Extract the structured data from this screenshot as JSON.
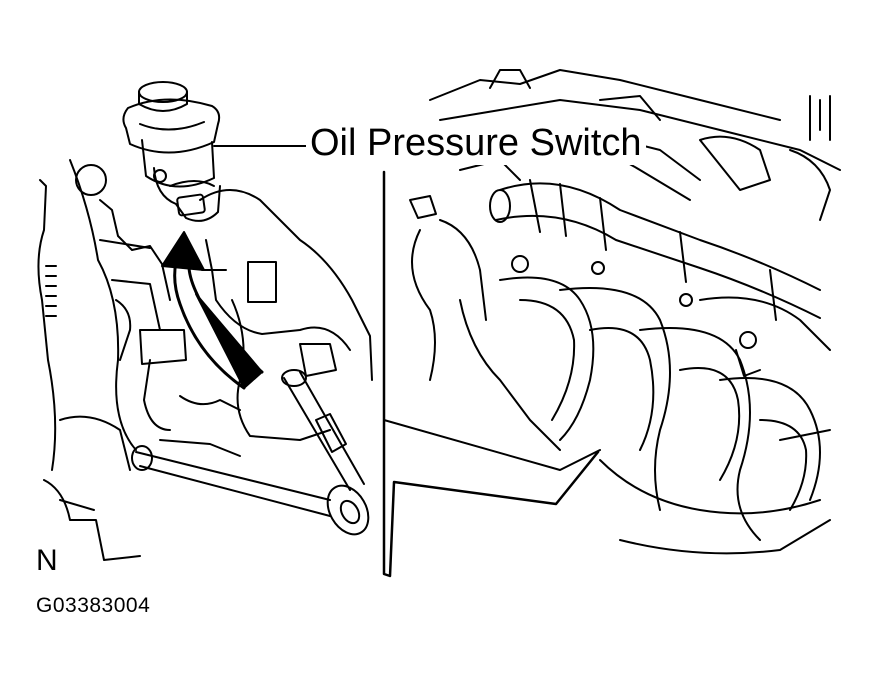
{
  "labels": {
    "component": "Oil Pressure Switch",
    "orientation": "N",
    "figure_code": "G03383004"
  },
  "colors": {
    "ink": "#000000",
    "paper": "#ffffff"
  },
  "icons": {
    "removal_arrow": "curved-arrow-up",
    "tool": "socket-wrench"
  }
}
